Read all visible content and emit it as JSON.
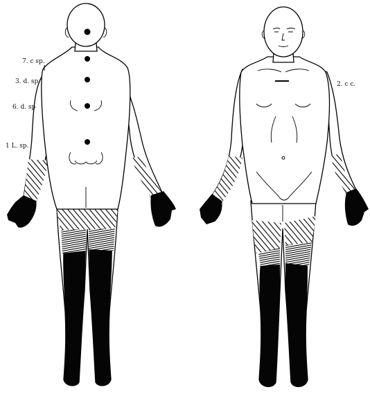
{
  "labels": {
    "posterior": [
      "7. c  sp.",
      "3. d. sp.",
      "6. d. sp",
      "1 L. sp."
    ],
    "anterior": [
      "2. c c."
    ]
  },
  "colors": {
    "ink": "#000000",
    "paper": "#ffffff"
  }
}
